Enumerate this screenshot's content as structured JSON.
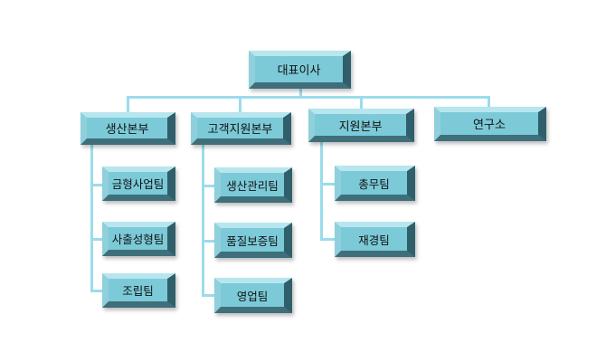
{
  "root": {
    "label": "대표이사"
  },
  "divisions": [
    {
      "label": "생산본부",
      "teams": [
        "금형사업팀",
        "사출성형팀",
        "조립팀"
      ]
    },
    {
      "label": "고객지원본부",
      "teams": [
        "생산관리팀",
        "품질보증팀",
        "영업팀"
      ]
    },
    {
      "label": "지원본부",
      "teams": [
        "총무팀",
        "재경팀"
      ]
    },
    {
      "label": "연구소",
      "teams": []
    }
  ]
}
